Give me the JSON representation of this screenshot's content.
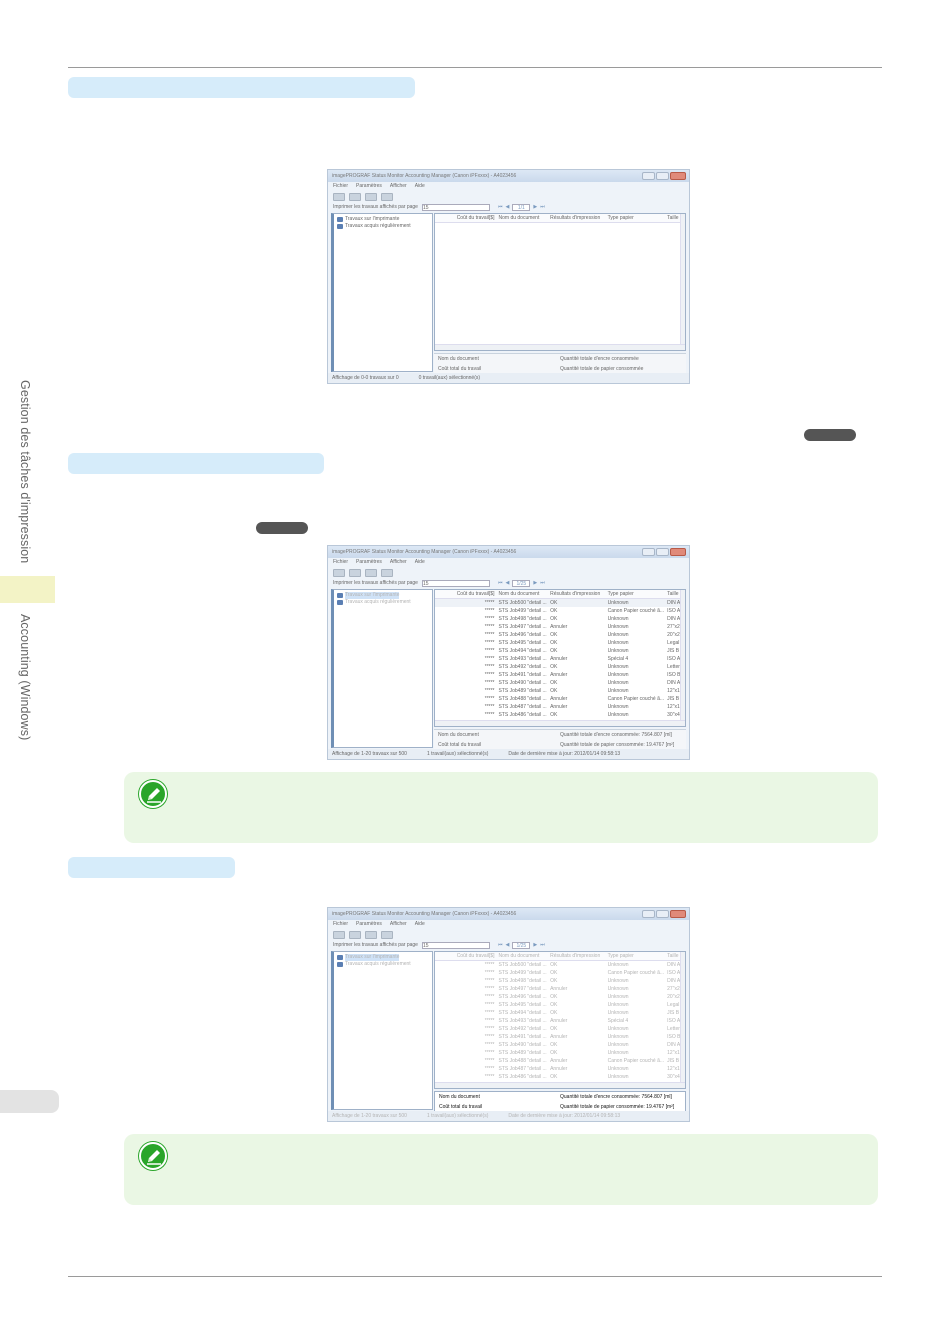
{
  "sidebar": {
    "section_label": "Gestion des tâches d'impression",
    "chapter_label": "Accounting (Windows)"
  },
  "colors": {
    "pill": "#d6ecfa",
    "note_bg": "#eaf7e4",
    "note_icon": "#2aa52a",
    "tab_yellow": "#f3f3c6",
    "tab_gray": "#e3e3e3"
  },
  "note_icon_name": "pencil-note-icon",
  "window": {
    "title": "imagePROGRAF Status Monitor Accounting Manager (Canon iPFxxxx) - A4023456",
    "menus": [
      "Fichier",
      "Paramètres",
      "Afficher",
      "Aide"
    ],
    "filter_label": "Imprimer les travaux affichés par page",
    "filter_value": "15",
    "tree_items": [
      "Travaux sur l'imprimante",
      "Travaux acquis régulièrement"
    ],
    "columns": [
      "Coût du travail[$]",
      "Nom du document",
      "Résultats d'impression",
      "Type papier",
      "Taille"
    ],
    "detail_labels": {
      "doc_name": "Nom du document",
      "total_cost": "Coût total du travail",
      "ink_total": "Quantité totale d'encre consommée",
      "paper_total": "Quantité totale de papier consommée"
    }
  },
  "screens": [
    {
      "page_box": "1/1",
      "status_count": "Affichage de 0-0 travaux sur 0",
      "status_selected": "0 travail(aux) sélectionné(s)",
      "status_update": "",
      "ink_value": "",
      "paper_value": "",
      "rows": []
    },
    {
      "page_box": "1/25",
      "status_count": "Affichage de 1-20 travaux sur 500",
      "status_selected": "1 travail(aux) sélectionné(s)",
      "status_update": "Date de dernière mise à jour: 2012/01/14 09:58:13",
      "ink_value": "7564.807 [ml]",
      "paper_value": "19.4767 [m²]",
      "rows": [
        [
          "*****",
          "STS Job500 \"detail ...",
          "OK",
          "Unknown",
          "DIN A"
        ],
        [
          "*****",
          "STS Job499 \"detail ...",
          "OK",
          "Canon Papier couché ã...",
          "ISO A"
        ],
        [
          "*****",
          "STS Job498 \"detail ...",
          "OK",
          "Unknown",
          "DIN A"
        ],
        [
          "*****",
          "STS Job497 \"detail ...",
          "Annuler",
          "Unknown",
          "27\"x2"
        ],
        [
          "*****",
          "STS Job496 \"detail ...",
          "OK",
          "Unknown",
          "20\"x2"
        ],
        [
          "*****",
          "STS Job495 \"detail ...",
          "OK",
          "Unknown",
          "Legal"
        ],
        [
          "*****",
          "STS Job494 \"detail ...",
          "OK",
          "Unknown",
          "JIS B"
        ],
        [
          "*****",
          "STS Job493 \"detail ...",
          "Annuler",
          "Spécial 4",
          "ISO A"
        ],
        [
          "*****",
          "STS Job492 \"detail ...",
          "OK",
          "Unknown",
          "Letter"
        ],
        [
          "*****",
          "STS Job491 \"detail ...",
          "Annuler",
          "Unknown",
          "ISO B"
        ],
        [
          "*****",
          "STS Job490 \"detail ...",
          "OK",
          "Unknown",
          "DIN A"
        ],
        [
          "*****",
          "STS Job489 \"detail ...",
          "OK",
          "Unknown",
          "12\"x1"
        ],
        [
          "*****",
          "STS Job488 \"detail ...",
          "Annuler",
          "Canon Papier couché ã...",
          "JIS B"
        ],
        [
          "*****",
          "STS Job487 \"detail ...",
          "Annuler",
          "Unknown",
          "12\"x1"
        ],
        [
          "*****",
          "STS Job486 \"detail ...",
          "OK",
          "Unknown",
          "30\"x4"
        ]
      ]
    },
    {
      "page_box": "1/25",
      "status_count": "Affichage de 1-20 travaux sur 500",
      "status_selected": "1 travail(aux) sélectionné(s)",
      "status_update": "Date de dernière mise à jour: 2012/01/14 09:58:13",
      "ink_value": "7564.807 [ml]",
      "paper_value": "19.4767 [m²]",
      "rows": [
        [
          "*****",
          "STS Job500 \"detail ...",
          "OK",
          "Unknown",
          "DIN A"
        ],
        [
          "*****",
          "STS Job499 \"detail ...",
          "OK",
          "Canon Papier couché ã...",
          "ISO A"
        ],
        [
          "*****",
          "STS Job498 \"detail ...",
          "OK",
          "Unknown",
          "DIN A"
        ],
        [
          "*****",
          "STS Job497 \"detail ...",
          "Annuler",
          "Unknown",
          "27\"x2"
        ],
        [
          "*****",
          "STS Job496 \"detail ...",
          "OK",
          "Unknown",
          "20\"x2"
        ],
        [
          "*****",
          "STS Job495 \"detail ...",
          "OK",
          "Unknown",
          "Legal"
        ],
        [
          "*****",
          "STS Job494 \"detail ...",
          "OK",
          "Unknown",
          "JIS B"
        ],
        [
          "*****",
          "STS Job493 \"detail ...",
          "Annuler",
          "Spécial 4",
          "ISO A"
        ],
        [
          "*****",
          "STS Job492 \"detail ...",
          "OK",
          "Unknown",
          "Letter"
        ],
        [
          "*****",
          "STS Job491 \"detail ...",
          "Annuler",
          "Unknown",
          "ISO B"
        ],
        [
          "*****",
          "STS Job490 \"detail ...",
          "OK",
          "Unknown",
          "DIN A"
        ],
        [
          "*****",
          "STS Job489 \"detail ...",
          "OK",
          "Unknown",
          "12\"x1"
        ],
        [
          "*****",
          "STS Job488 \"detail ...",
          "Annuler",
          "Canon Papier couché ã...",
          "JIS B"
        ],
        [
          "*****",
          "STS Job487 \"detail ...",
          "Annuler",
          "Unknown",
          "12\"x1"
        ],
        [
          "*****",
          "STS Job486 \"detail ...",
          "OK",
          "Unknown",
          "30\"x4"
        ]
      ]
    }
  ]
}
